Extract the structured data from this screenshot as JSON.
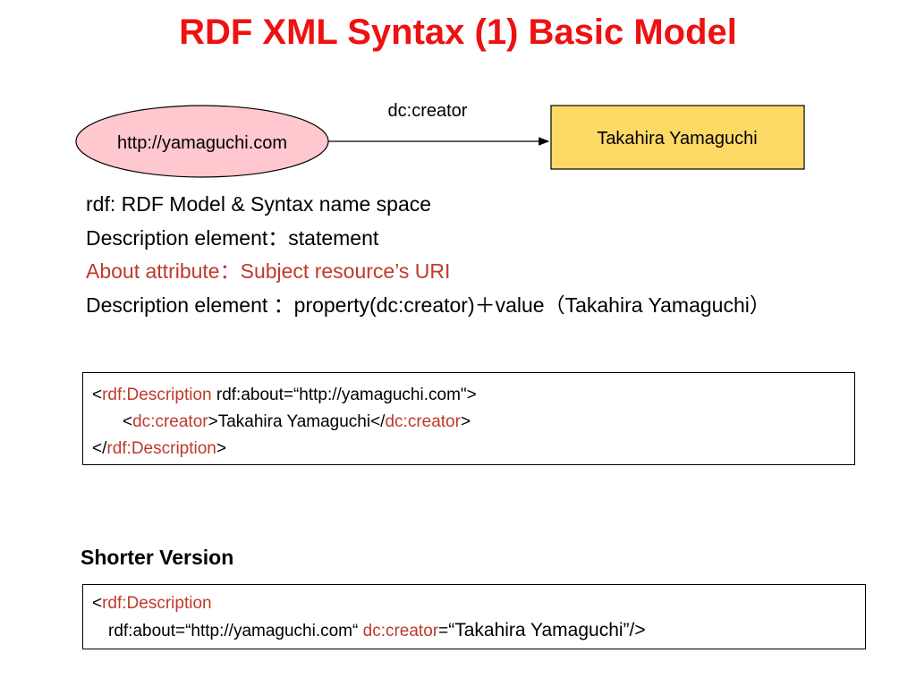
{
  "title": "RDF XML Syntax (1) Basic Model",
  "diagram": {
    "subject": "http://yamaguchi.com",
    "predicate": "dc:creator",
    "object": "Takahira Yamaguchi",
    "colors": {
      "ellipse_fill": "#ffc7ce",
      "box_fill": "#ffd966",
      "title": "#ee1111",
      "keyword": "#c0392b"
    }
  },
  "bullets": [
    "rdf: RDF Model & Syntax name space",
    "Description element：statement",
    "About attribute：Subject resource’s URI",
    "Description element ：property(dc:creator)＋value（Takahira Yamaguchi）"
  ],
  "code1": {
    "lt1": "<",
    "desc_tag": "rdf:Description",
    "about_attr": " rdf:about=“http://yamaguchi.com\">",
    "lt2": "<",
    "creator_tag": "dc:creator",
    "value": ">Takahira Yamaguchi</",
    "creator_close": "dc:creator",
    "gt2": ">",
    "lt3": "</",
    "desc_close": "rdf:Description",
    "gt3": ">"
  },
  "shorter_heading": "Shorter Version",
  "code2": {
    "lt1": "<",
    "desc_tag": "rdf:Description",
    "about_attr": "rdf:about=“http://yamaguchi.com“ ",
    "creator_attr": "dc:creator",
    "eq": "=",
    "value": "“Takahira Yamaguchi”/>"
  }
}
